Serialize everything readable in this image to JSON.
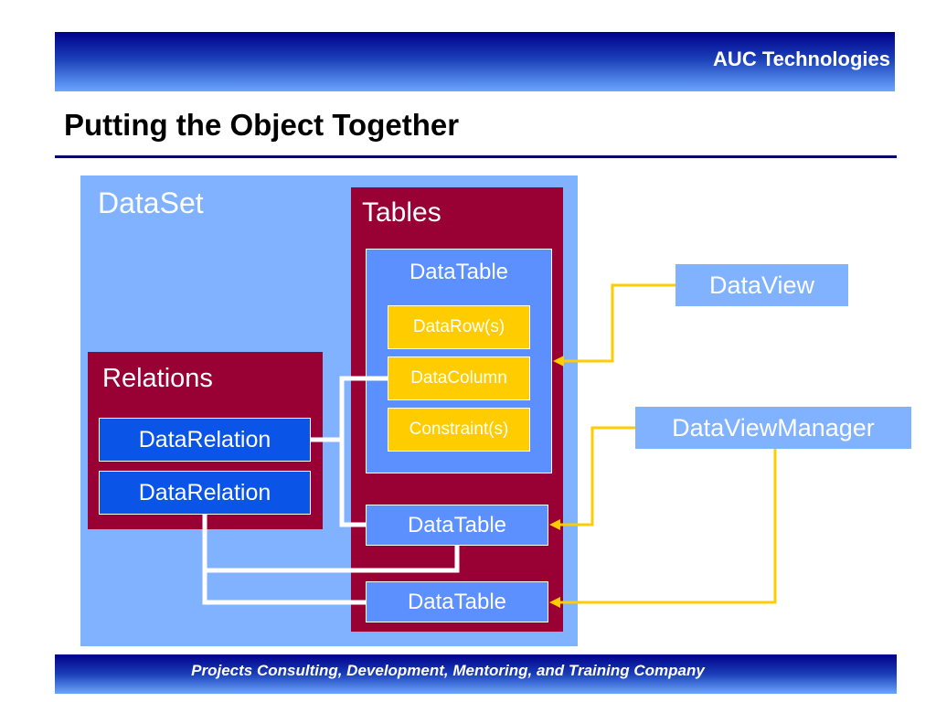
{
  "header": {
    "company": "AUC Technologies"
  },
  "slide": {
    "title": "Putting the Object Together"
  },
  "diagram": {
    "dataset_label": "DataSet",
    "tables_label": "Tables",
    "relations_label": "Relations",
    "datatable_main": "DataTable",
    "datarows": "DataRow(s)",
    "datacolumn": "DataColumn",
    "constraints": "Constraint(s)",
    "datatable_2": "DataTable",
    "datatable_3": "DataTable",
    "datarelation_1": "DataRelation",
    "datarelation_2": "DataRelation",
    "dataview": "DataView",
    "dataviewmanager": "DataViewManager"
  },
  "footer": {
    "text": "Projects Consulting, Development, Mentoring, and Training Company"
  },
  "colors": {
    "dark_red": "#990033",
    "light_blue": "#80b2ff",
    "gold": "#ffcc00",
    "navy": "#000066"
  }
}
